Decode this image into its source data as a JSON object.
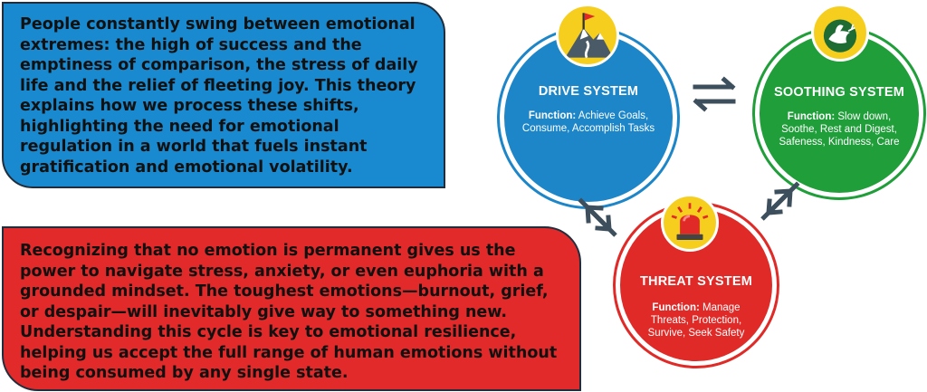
{
  "blue_box": {
    "text": "People constantly swing between emotional extremes: the high of success and the emptiness of comparison, the stress of daily life and the relief of fleeting joy. This theory explains how we process these shifts, highlighting the need for emotional regulation in a world that fuels instant gratification and emotional volatility."
  },
  "red_box": {
    "text": "Recognizing that no emotion is permanent gives us the power to navigate stress, anxiety, or even euphoria with a grounded mindset. The toughest emotions—burnout, grief, or despair—will inevitably give way to something new. Understanding this cycle is key to emotional resilience, helping us accept the full range of human emotions without being consumed by any single state."
  },
  "systems": {
    "drive": {
      "title": "DRIVE SYSTEM",
      "function_label": "Function:",
      "function_text": " Achieve Goals, Consume, Accomplish Tasks",
      "icon": "mountain-flag-icon",
      "color": "#1d86c8"
    },
    "soothing": {
      "title": "SOOTHING SYSTEM",
      "function_label": "Function:",
      "function_text": " Slow down, Soothe, Rest and Digest, Safeness, Kindness, Care",
      "icon": "dove-icon",
      "color": "#1f9e3a"
    },
    "threat": {
      "title": "THREAT SYSTEM",
      "function_label": "Function:",
      "function_text": " Manage Threats, Protection, Survive, Seek Safety",
      "icon": "siren-icon",
      "color": "#e02a27"
    }
  },
  "colors": {
    "blue_box": "#1a8ad0",
    "red_box": "#e22a2a",
    "badge": "#f6cf1e",
    "arrow": "#3d4f5c"
  }
}
